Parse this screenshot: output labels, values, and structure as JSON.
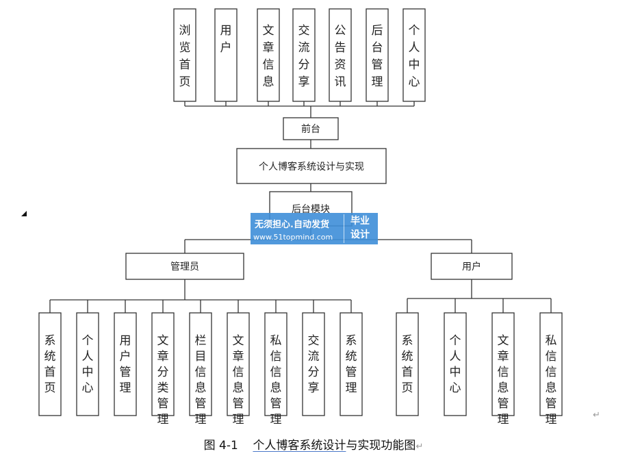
{
  "diagram": {
    "top_nodes": [
      {
        "id": "browse",
        "label": "浏览首页"
      },
      {
        "id": "user",
        "label": "用户"
      },
      {
        "id": "article",
        "label": "文章信息"
      },
      {
        "id": "share",
        "label": "交流分享"
      },
      {
        "id": "notice",
        "label": "公告资讯"
      },
      {
        "id": "admin",
        "label": "后台管理"
      },
      {
        "id": "center",
        "label": "个人中心"
      }
    ],
    "front": "前台",
    "system": "个人博客系统设计与实现",
    "backend": "后台模块",
    "admin_node": "管理员",
    "user_node": "用户",
    "admin_children": [
      {
        "id": "sys-home",
        "label": "系统首页"
      },
      {
        "id": "personal-center",
        "label": "个人中心"
      },
      {
        "id": "user-manage",
        "label": "用户管理"
      },
      {
        "id": "article-category-manage",
        "label": "文章分类管理"
      },
      {
        "id": "column-info-manage",
        "label": "栏目信息管理"
      },
      {
        "id": "article-info-manage",
        "label": "文章信息管理"
      },
      {
        "id": "private-msg-manage",
        "label": "私信信息管理"
      },
      {
        "id": "exchange-share",
        "label": "交流分享"
      },
      {
        "id": "system-manage",
        "label": "系统管理"
      }
    ],
    "user_children": [
      {
        "id": "u-sys-home",
        "label": "系统首页"
      },
      {
        "id": "u-personal-center",
        "label": "个人中心"
      },
      {
        "id": "u-article-info-manage",
        "label": "文章信息管理"
      },
      {
        "id": "u-private-msg-manage",
        "label": "私信信息管理"
      }
    ]
  },
  "watermark": {
    "line1": "无须担心.自动发货",
    "line2": "www.51topmind.com",
    "badge_top": "毕业",
    "badge_bottom": "设计"
  },
  "caption": {
    "prefix": "图 4-1",
    "title": "个人博客系统设计",
    "suffix": "与实现功能图"
  },
  "marks": {
    "paragraph": "↵"
  }
}
